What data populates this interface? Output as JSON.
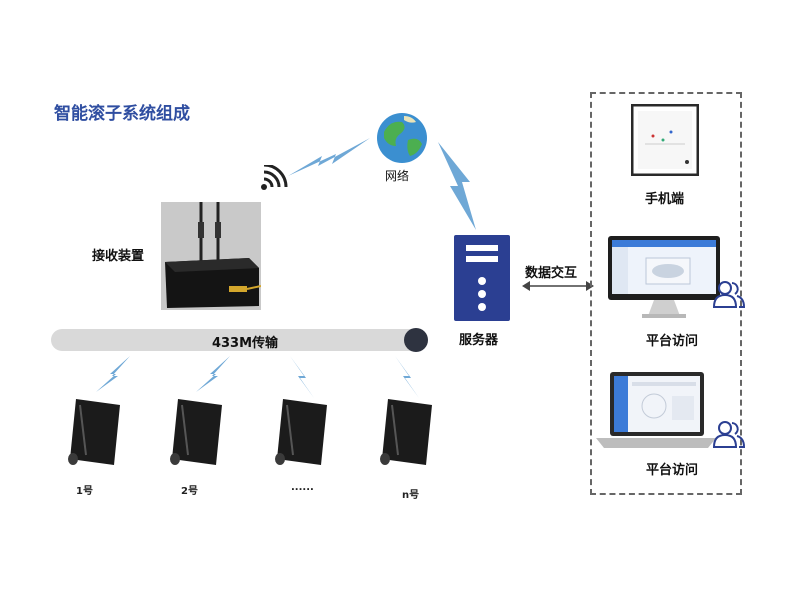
{
  "title": "智能滚子系统组成",
  "nodes": {
    "internet": "网络",
    "receiver": "接收装置",
    "server": "服务器",
    "transmission": "433M传输",
    "data_exchange": "数据交互",
    "mobile": "手机端",
    "platform_1": "平台访问",
    "platform_2": "平台访问"
  },
  "rollers": [
    "1号",
    "2号",
    "......",
    "n号"
  ],
  "colors": {
    "title": "#2f4ea1",
    "server": "#2b3f92",
    "signal": "#6fa8d6",
    "bar": "#d9d9d9"
  },
  "icons": [
    "globe-icon",
    "wifi-icon",
    "lightning-icon",
    "server-icon",
    "phone-icon",
    "monitor-icon",
    "laptop-icon",
    "users-icon",
    "roller-icon"
  ]
}
